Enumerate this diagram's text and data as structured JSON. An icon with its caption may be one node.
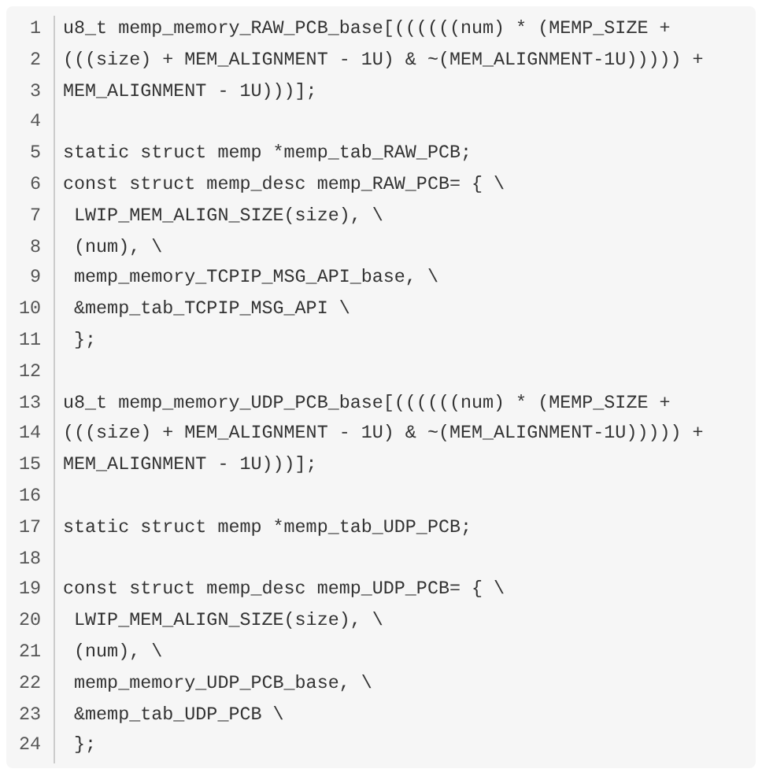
{
  "diagram": {
    "labels": [
      "1",
      "u8_t memp_memory_RAW_PCB_base[((((((num) * (MEMP_SIZE +",
      "2",
      "(((size) + MEM_ALIGNMENT - 1U) & ~(MEM_ALIGNMENT-1U))))) +",
      "3",
      "MEM_ALIGNMENT - 1U)))];",
      "4",
      "5",
      "static struct memp *memp_tab_RAW_PCB;",
      "6",
      "const struct memp_desc memp_RAW_PCB= { \\",
      "7",
      " LWIP_MEM_ALIGN_SIZE(size), \\",
      "8",
      " (num), \\",
      "9",
      " memp_memory_TCPIP_MSG_API_base, \\",
      "10",
      " &memp_tab_TCPIP_MSG_API \\",
      "11",
      " };",
      "12",
      "13",
      "u8_t memp_memory_UDP_PCB_base[((((((num) * (MEMP_SIZE +",
      "14",
      "(((size) + MEM_ALIGNMENT - 1U) & ~(MEM_ALIGNMENT-1U))))) +",
      "15",
      "MEM_ALIGNMENT - 1U)))];",
      "16",
      "17",
      "static struct memp *memp_tab_UDP_PCB;",
      "18",
      "19",
      "const struct memp_desc memp_UDP_PCB= { \\",
      "20",
      " LWIP_MEM_ALIGN_SIZE(size), \\",
      "21",
      " (num), \\",
      "22",
      " memp_memory_UDP_PCB_base, \\",
      "23",
      " &memp_tab_UDP_PCB \\",
      "24",
      " };"
    ]
  }
}
